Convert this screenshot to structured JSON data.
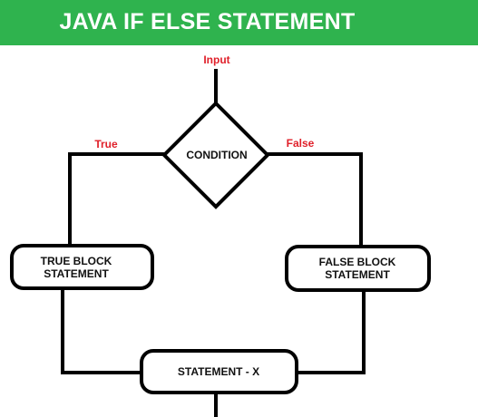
{
  "header": {
    "title": "JAVA IF ELSE STATEMENT",
    "background": "#2fb34e",
    "text_color": "#ffffff"
  },
  "diagram": {
    "input_label": "Input",
    "condition_label": "CONDITION",
    "true_label": "True",
    "false_label": "False",
    "true_block": [
      "TRUE BLOCK",
      "STATEMENT"
    ],
    "false_block": [
      "FALSE BLOCK",
      "STATEMENT"
    ],
    "statement_x": "STATEMENT - X",
    "edge_label_color": "#e0202a",
    "stroke_color": "#000000"
  }
}
